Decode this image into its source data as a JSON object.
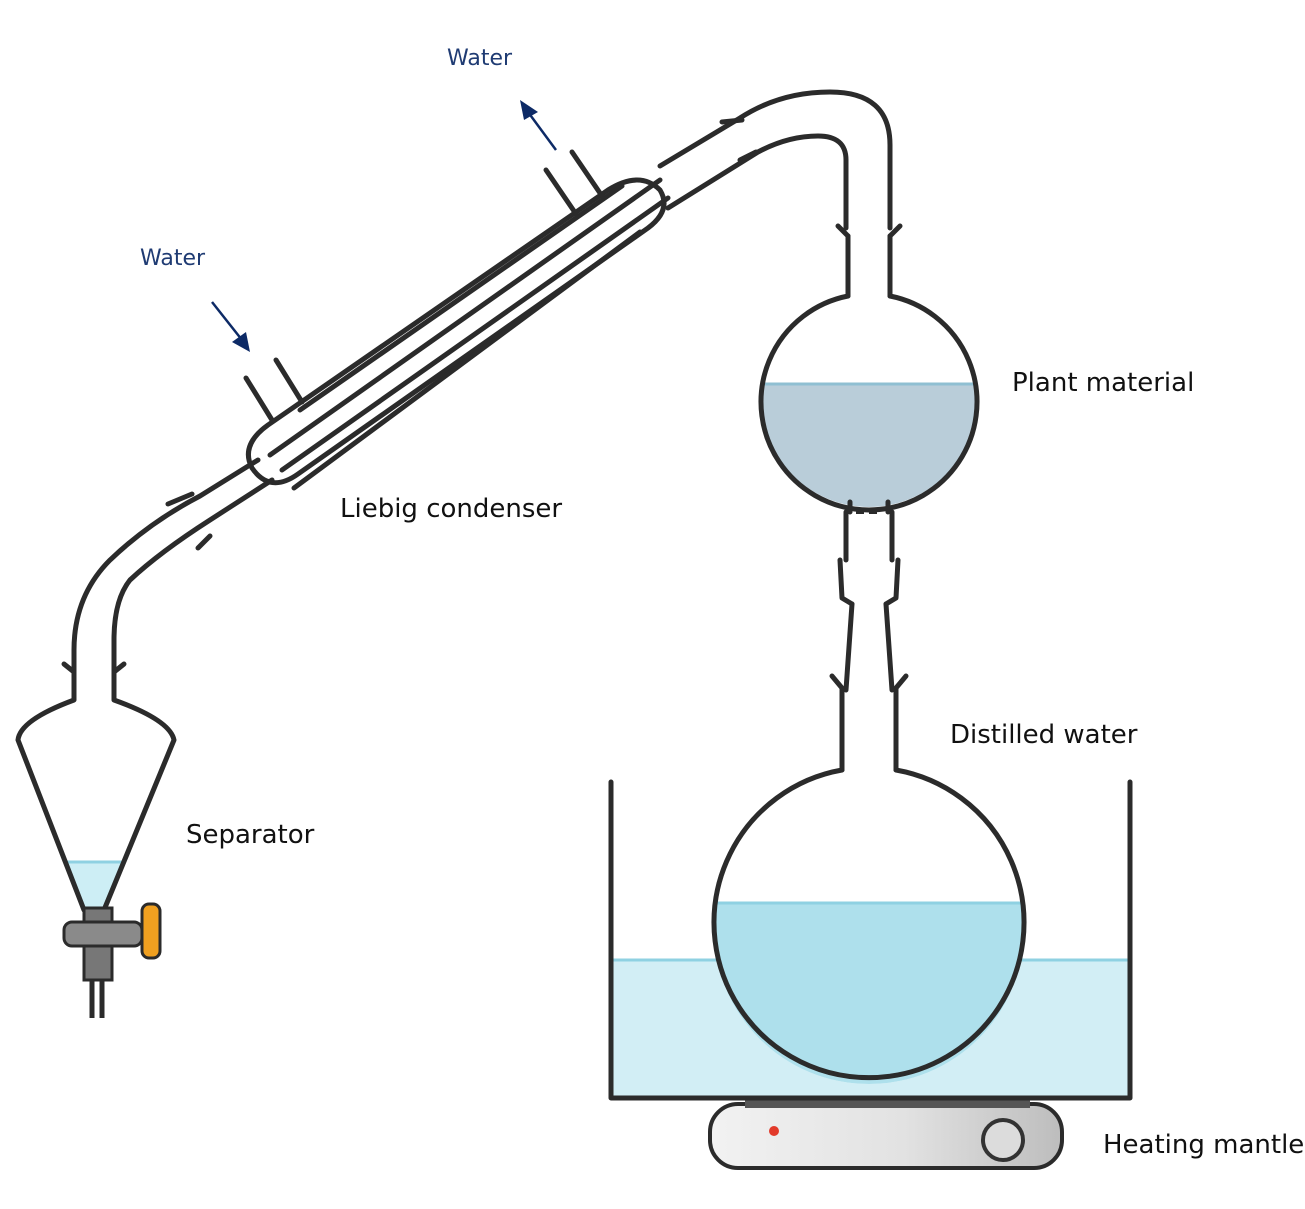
{
  "labels": {
    "water_out": "Water",
    "water_in": "Water",
    "plant_material": "Plant material",
    "liebig_condenser": "Liebig condenser",
    "distilled_water": "Distilled water",
    "separator": "Separator",
    "heating_mantle": "Heating mantle"
  },
  "colors": {
    "glass_outline": "#2b2b2b",
    "water_label": "#1f3b73",
    "water_arrow": "#0d2a66",
    "plant_liquid": "#b9cdd9",
    "bath_water": "#d2eef5",
    "flask_water": "#aee0ec",
    "separator_liquid": "#cdeef5",
    "stopcock_handle": "#f0a020",
    "stopcock_body": "#777777",
    "indicator_light": "#e23a2a"
  }
}
